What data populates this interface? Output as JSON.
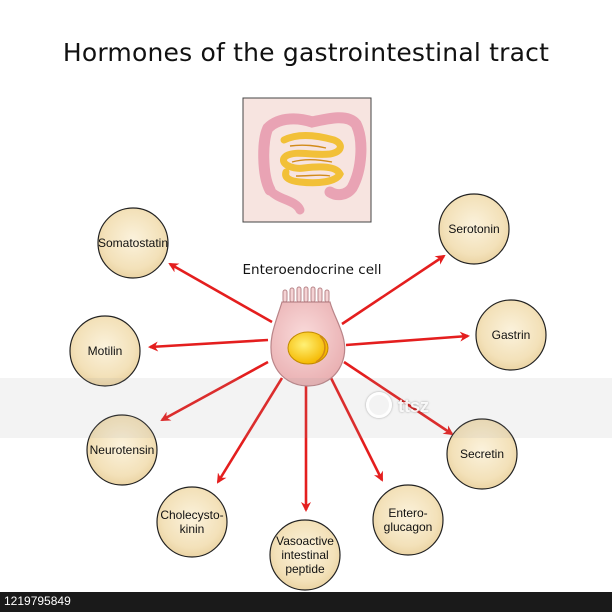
{
  "title": "Hormones of the gastrointestinal tract",
  "cell_label": "Enteroendocrine cell",
  "hormones": {
    "somatostatin": "Somatostatin",
    "motilin": "Motilin",
    "neurotensin": "Neurotensin",
    "cholecystokinin_1": "Cholecysto-",
    "cholecystokinin_2": "kinin",
    "vip_1": "Vasoactive",
    "vip_2": "intestinal",
    "vip_3": "peptide",
    "enteroglucagon_1": "Entero-",
    "enteroglucagon_2": "glucagon",
    "secretin": "Secretin",
    "gastrin": "Gastrin",
    "serotonin": "Serotonin"
  },
  "watermark": "ttsz",
  "stock_id": "1219795849",
  "colors": {
    "arrow": "#e41e1e",
    "circle_fill": "#f6e8c8",
    "circle_stroke": "#222222",
    "cell_fill": "#f2c4c4",
    "nucleus": "#f7d116",
    "intestine_box": "#f6e0dc"
  }
}
